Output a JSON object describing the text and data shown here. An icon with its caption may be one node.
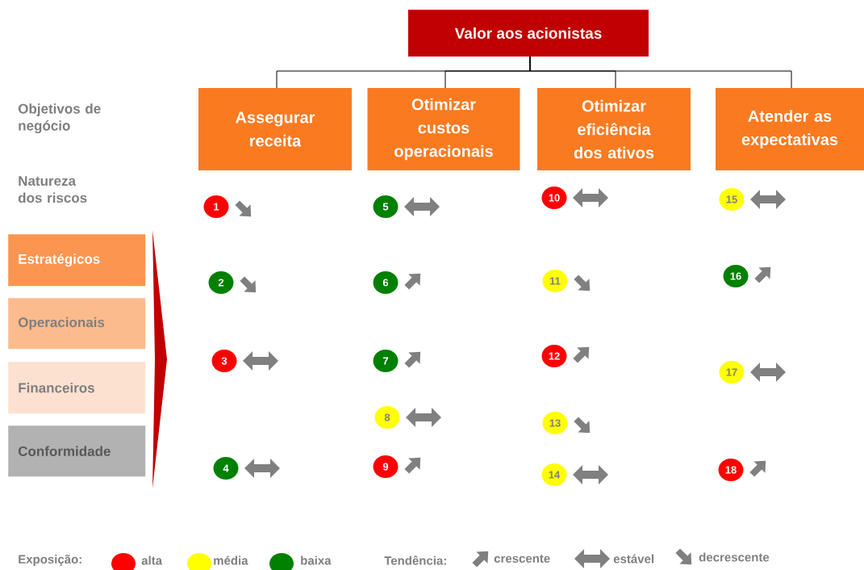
{
  "diagram": {
    "nodes": [
      {
        "text": [
          "Valor aos acionistas"
        ]
      },
      {
        "text": [
          "Assegurar receita"
        ]
      },
      {
        "text": [
          "Otimizar custos operacionais"
        ]
      },
      {
        "text": [
          "Otimizar eficiência dos ativos"
        ]
      },
      {
        "text": [
          "Atender as expectativas"
        ]
      },
      {
        "text": [
          "Estratégicos"
        ]
      },
      {
        "text": [
          "Operacionais"
        ]
      },
      {
        "text": [
          "Financeiros"
        ]
      },
      {
        "text": [
          "Conformidade"
        ]
      },
      {
        "text": [
          "1"
        ]
      },
      {
        "text": [
          "2"
        ]
      },
      {
        "text": [
          "3"
        ]
      },
      {
        "text": [
          "4"
        ]
      },
      {
        "text": [
          "5"
        ]
      },
      {
        "text": [
          "6"
        ]
      },
      {
        "text": [
          "7"
        ]
      },
      {
        "text": [
          "8"
        ]
      },
      {
        "text": [
          "9"
        ]
      },
      {
        "text": [
          "10"
        ]
      },
      {
        "text": [
          "11"
        ]
      },
      {
        "text": [
          "12"
        ]
      },
      {
        "text": [
          "13"
        ]
      },
      {
        "text": [
          "14"
        ]
      },
      {
        "text": [
          "15"
        ]
      },
      {
        "text": [
          "16"
        ]
      },
      {
        "text": [
          "17"
        ]
      },
      {
        "text": [
          "18"
        ]
      }
    ],
    "edges": [
      {
        "from": 0,
        "to": 1,
        "arrow": "none"
      },
      {
        "from": 0,
        "to": 2,
        "arrow": "none"
      },
      {
        "from": 0,
        "to": 3,
        "arrow": "none"
      },
      {
        "from": 0,
        "to": 4,
        "arrow": "none"
      }
    ],
    "labels": [
      "Objetivos de negócio",
      "Natureza dos riscos",
      "Exposição:",
      "Tendência:"
    ],
    "legend": [
      {
        "text": "alta",
        "color": "#ff0000"
      },
      {
        "text": "média",
        "color": "#ffff00"
      },
      {
        "text": "baixa",
        "color": "#008000"
      },
      {
        "text": "crescente"
      },
      {
        "text": "estável"
      },
      {
        "text": "decrescente"
      }
    ]
  }
}
